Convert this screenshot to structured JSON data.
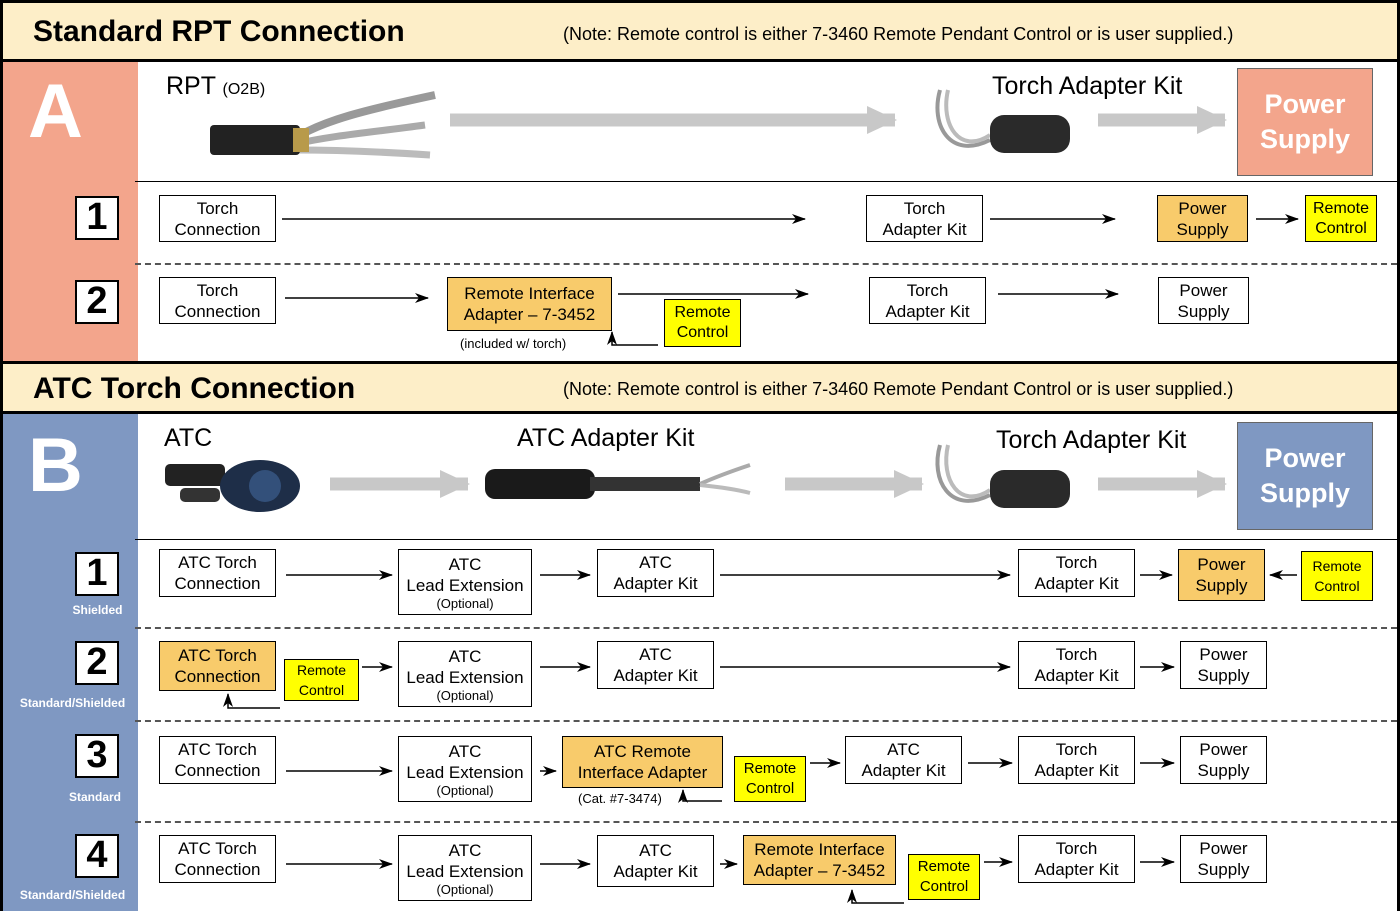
{
  "section_a": {
    "title": "Standard RPT Connection",
    "note": "(Note: Remote control is either 7-3460 Remote Pendant Control or is user supplied.)",
    "letter": "A",
    "photo_labels": {
      "rpt": "RPT",
      "rpt_sub": "(O2B)",
      "torch_adapter_kit": "Torch Adapter Kit"
    },
    "power_supply": [
      "Power",
      "Supply"
    ],
    "rows": [
      {
        "num": "1",
        "torch_connection": [
          "Torch",
          "Connection"
        ],
        "torch_adapter_kit": [
          "Torch",
          "Adapter Kit"
        ],
        "power_supply": [
          "Power",
          "Supply"
        ],
        "remote_control": [
          "Remote",
          "Control"
        ]
      },
      {
        "num": "2",
        "torch_connection": [
          "Torch",
          "Connection"
        ],
        "remote_interface_adapter": [
          "Remote Interface",
          "Adapter – 7-3452"
        ],
        "included_note": "(included w/ torch)",
        "remote_control": [
          "Remote",
          "Control"
        ],
        "torch_adapter_kit": [
          "Torch",
          "Adapter Kit"
        ],
        "power_supply": [
          "Power",
          "Supply"
        ]
      }
    ]
  },
  "section_b": {
    "title": "ATC Torch Connection",
    "note": "(Note: Remote control is either 7-3460 Remote Pendant Control or is user supplied.)",
    "letter": "B",
    "photo_labels": {
      "atc": "ATC",
      "atc_adapter_kit": "ATC Adapter Kit",
      "torch_adapter_kit": "Torch Adapter Kit"
    },
    "power_supply": [
      "Power",
      "Supply"
    ],
    "optional": "(Optional)",
    "rows": [
      {
        "num": "1",
        "sub": "Shielded",
        "atc_torch_connection": [
          "ATC Torch",
          "Connection"
        ],
        "atc_lead_extension": [
          "ATC",
          "Lead Extension"
        ],
        "atc_adapter_kit": [
          "ATC",
          "Adapter Kit"
        ],
        "torch_adapter_kit": [
          "Torch",
          "Adapter Kit"
        ],
        "power_supply": [
          "Power",
          "Supply"
        ],
        "remote_control": [
          "Remote",
          "Control"
        ]
      },
      {
        "num": "2",
        "sub": "Standard/Shielded",
        "atc_torch_connection": [
          "ATC Torch",
          "Connection"
        ],
        "remote_control": [
          "Remote",
          "Control"
        ],
        "atc_lead_extension": [
          "ATC",
          "Lead Extension"
        ],
        "atc_adapter_kit": [
          "ATC",
          "Adapter Kit"
        ],
        "torch_adapter_kit": [
          "Torch",
          "Adapter Kit"
        ],
        "power_supply": [
          "Power",
          "Supply"
        ]
      },
      {
        "num": "3",
        "sub": "Standard",
        "atc_torch_connection": [
          "ATC Torch",
          "Connection"
        ],
        "atc_lead_extension": [
          "ATC",
          "Lead Extension"
        ],
        "atc_remote_interface_adapter": [
          "ATC Remote",
          "Interface Adapter"
        ],
        "cat_note": "(Cat. #7-3474)",
        "remote_control": [
          "Remote",
          "Control"
        ],
        "atc_adapter_kit": [
          "ATC",
          "Adapter Kit"
        ],
        "torch_adapter_kit": [
          "Torch",
          "Adapter Kit"
        ],
        "power_supply": [
          "Power",
          "Supply"
        ]
      },
      {
        "num": "4",
        "sub": "Standard/Shielded",
        "atc_torch_connection": [
          "ATC Torch",
          "Connection"
        ],
        "atc_lead_extension": [
          "ATC",
          "Lead Extension"
        ],
        "atc_adapter_kit": [
          "ATC",
          "Adapter Kit"
        ],
        "remote_interface_adapter": [
          "Remote Interface",
          "Adapter – 7-3452"
        ],
        "remote_control": [
          "Remote",
          "Control"
        ],
        "torch_adapter_kit": [
          "Torch",
          "Adapter Kit"
        ],
        "power_supply": [
          "Power",
          "Supply"
        ]
      }
    ]
  },
  "colors": {
    "section_a": "#f3a58c",
    "section_b": "#7f98c2",
    "header": "#fdeec8",
    "adapter": "#f8cb6b",
    "remote": "#ffff00"
  }
}
